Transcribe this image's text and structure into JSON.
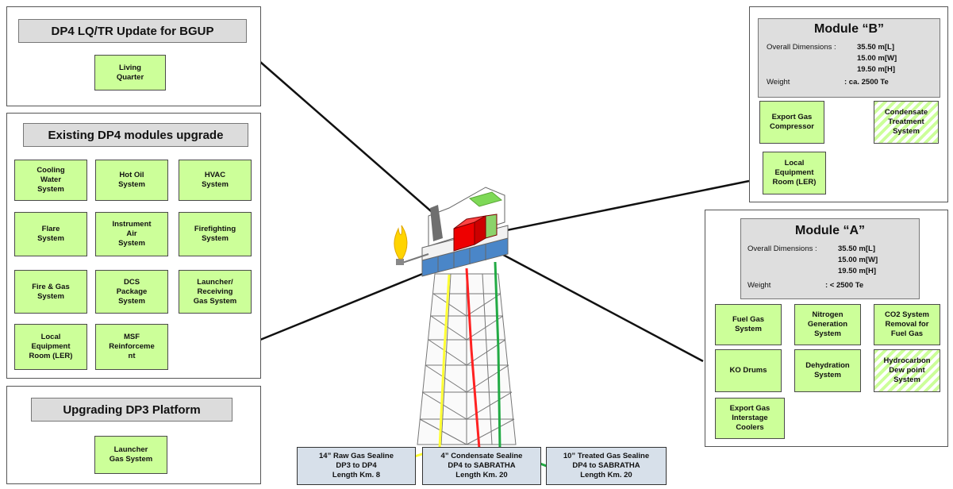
{
  "panels": {
    "lqtr": {
      "title": "DP4 LQ/TR Update for BGUP",
      "items": [
        "Living\nQuarter"
      ]
    },
    "existing": {
      "title": "Existing DP4 modules upgrade",
      "items": [
        "Cooling\nWater\nSystem",
        "Hot Oil\nSystem",
        "HVAC\nSystem",
        "Flare\nSystem",
        "Instrument\nAir\nSystem",
        "Firefighting\nSystem",
        "Fire & Gas\nSystem",
        "DCS\nPackage\nSystem",
        "Launcher/\nReceiving\nGas System",
        "Local\nEquipment\nRoom (LER)",
        "MSF\nReinforceme\nnt"
      ]
    },
    "dp3": {
      "title": "Upgrading DP3 Platform",
      "items": [
        "Launcher\nGas System"
      ]
    },
    "moduleB": {
      "name": "Module “B”",
      "dim_label": "Overall Dimensions :",
      "dim_l": "35.50 m[L]",
      "dim_w": "15.00 m[W]",
      "dim_h": "19.50 m[H]",
      "weight_label": "Weight",
      "weight_value": ": ca. 2500 Te",
      "items": [
        "Export Gas\nCompressor",
        "Condensate\nTreatment\nSystem",
        "Local\nEquipment\nRoom (LER)"
      ]
    },
    "moduleA": {
      "name": "Module “A”",
      "dim_label": "Overall  Dimensions :",
      "dim_l": "35.50 m[L]",
      "dim_w": "15.00 m[W]",
      "dim_h": "19.50 m[H]",
      "weight_label": "Weight",
      "weight_value": ": < 2500 Te",
      "items": [
        "Fuel Gas\nSystem",
        "Nitrogen\nGeneration\nSystem",
        "CO2 System\nRemoval for\nFuel Gas",
        "KO Drums",
        "Dehydration\nSystem",
        "Hydrocarbon\nDew point\nSystem",
        "Export Gas\nInterstage\nCoolers"
      ]
    }
  },
  "sealines": [
    "14” Raw Gas Sealine\nDP3 to DP4\nLength Km. 8",
    "4” Condensate Sealine\nDP4 to SABRATHA\nLength Km. 20",
    "10” Treated Gas Sealine\nDP4 to SABRATHA\nLength Km. 20"
  ],
  "colors": {
    "item_fill": "#ccff99",
    "sealine_fill": "#d7e0ea",
    "raw_gas_line": "#ffff33",
    "condensate_line": "#ff2222",
    "treated_gas_line": "#22aa44",
    "module_red": "#ee0000",
    "deck_blue": "#4a86c8"
  }
}
